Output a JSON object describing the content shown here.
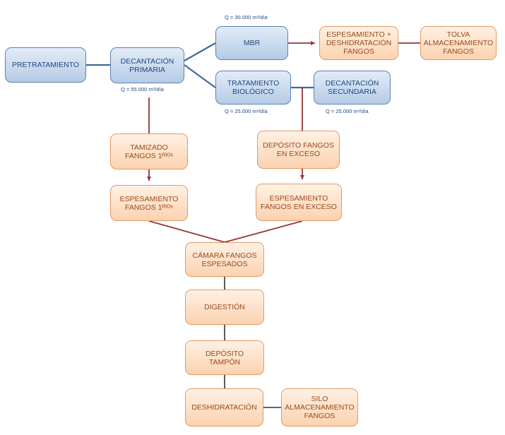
{
  "nodes": {
    "pretratamiento": "PRETRATAMIENTO",
    "decantacion_primaria": "DECANTACIÓN\nPRIMARIA",
    "mbr": "MBR",
    "espesamiento_deshidratacion": "ESPESAMIENTO +\nDESHIDRATACIÓN\nFANGOS",
    "tolva": "TOLVA\nALMACENAMIENTO\nFANGOS",
    "tratamiento_biologico": "TRATAMIENTO\nBIOLÓGICO",
    "decantacion_secundaria": "DECANTACIÓN\nSECUNDARIA",
    "tamizado": "TAMIZADO\nFANGOS 1ᴿᴵᴼˢ",
    "deposito_exceso": "DEPÓSITO FANGOS\nEN EXCESO",
    "espesamiento_1": "ESPESAMIENTO\nFANGOS 1ᴿᴵᴼˢ",
    "espesamiento_exceso": "ESPESAMIENTO\nFANGOS EN EXCESO",
    "camara": "CÁMARA FANGOS\nESPESADOS",
    "digestion": "DIGESTIÓN",
    "deposito_tampon": "DEPÓSITO\nTAMPÓN",
    "deshidratacion": "DESHIDRATACIÓN",
    "silo": "SILO\nALMACENAMIENTO\nFANGOS"
  },
  "flows": {
    "mbr": "Q = 30.000 m³/día",
    "primaria": "Q = 55.000 m³/día",
    "biologico": "Q = 25.000 m³/día",
    "secundaria": "Q = 25.000 m³/día"
  },
  "colors": {
    "water_line": "#3f6a9e",
    "sludge_line": "#943634"
  }
}
